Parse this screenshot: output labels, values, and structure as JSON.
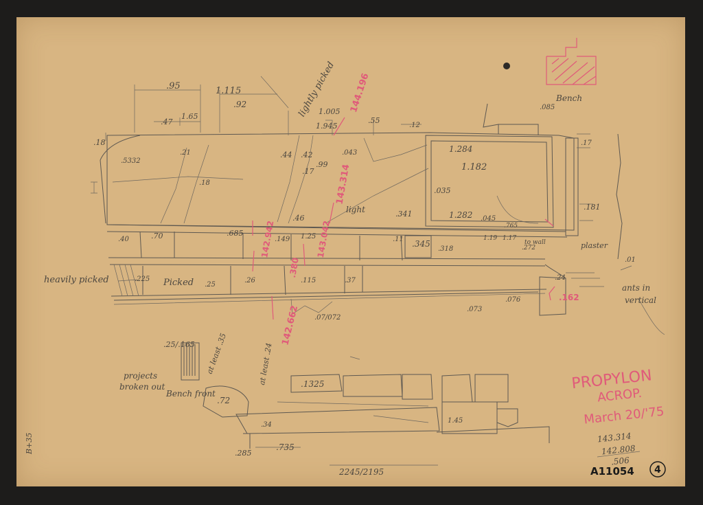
{
  "title": {
    "line1": "PROPYLON",
    "line2": "ACROP.",
    "line3": "March 20/'75"
  },
  "sums": {
    "a": "143.314",
    "b": "142.808",
    "c": ".506"
  },
  "catalog": {
    "number": "A11054",
    "sheet": "4"
  },
  "notes": {
    "heavily_picked": "heavily picked",
    "picked": "Picked",
    "lightly_picked": "lightly picked",
    "light": "light",
    "bench": "Bench",
    "bench_front": "Bench front",
    "projects_1": "projects",
    "projects_2": "broken out",
    "plaster": "plaster",
    "ants_1": "ants in",
    "ants_2": "vertical",
    "to_wall": "to wall",
    "at_least_a": "at least .35",
    "at_least_b": "at least .24",
    "side": "B+35"
  },
  "red_elevations": {
    "e1": "144.196",
    "e2": "143.314",
    "e3": "143.042",
    "e4": "142.942",
    "e5": "142.662",
    "e6": ".380",
    "e7": ".162"
  },
  "dims": {
    "d1": ".95",
    "d2": "1.115",
    "d3": ".92",
    "d4": ".47",
    "d5": "1.65",
    "d6": "1.005",
    "d7": "1.945",
    "d8": ".55",
    "d9": ".12",
    "d10": ".18",
    "d11": ".5332",
    "d12": ".21",
    "d13": ".18",
    "d14": ".44",
    "d15": ".42",
    "d16": ".17",
    "d17": ".99",
    "d18": ".043",
    "d19": ".46",
    "d20": "1.284",
    "d21": "1.182",
    "d22": ".035",
    "d23": ".341",
    "d24": "1.282",
    "d25": ".045",
    "d26": ".40",
    "d27": ".70",
    "d28": ".685",
    "d29": ".149",
    "d30": "1.25",
    "d31": ".345",
    "d32": ".11",
    "d33": ".318",
    "d34": "1.19",
    "d35": "1.17",
    "d36": ".272",
    "d37": ".181",
    "d38": ".085",
    "d39": ".765",
    "d40": ".225",
    "d41": ".26",
    "d42": ".115",
    "d43": ".37",
    "d44": ".25",
    "d45": ".073",
    "d46": ".076",
    "d47": ".07/072",
    "d48": ".01",
    "d49": ".17",
    "d50": ".24",
    "d51": ".1325",
    "d52": ".735",
    "d53": ".285",
    "d54": "2245/2195",
    "d55": ".34",
    "d56": ".25/.165",
    "d57": ".72",
    "d58": "1.45"
  }
}
